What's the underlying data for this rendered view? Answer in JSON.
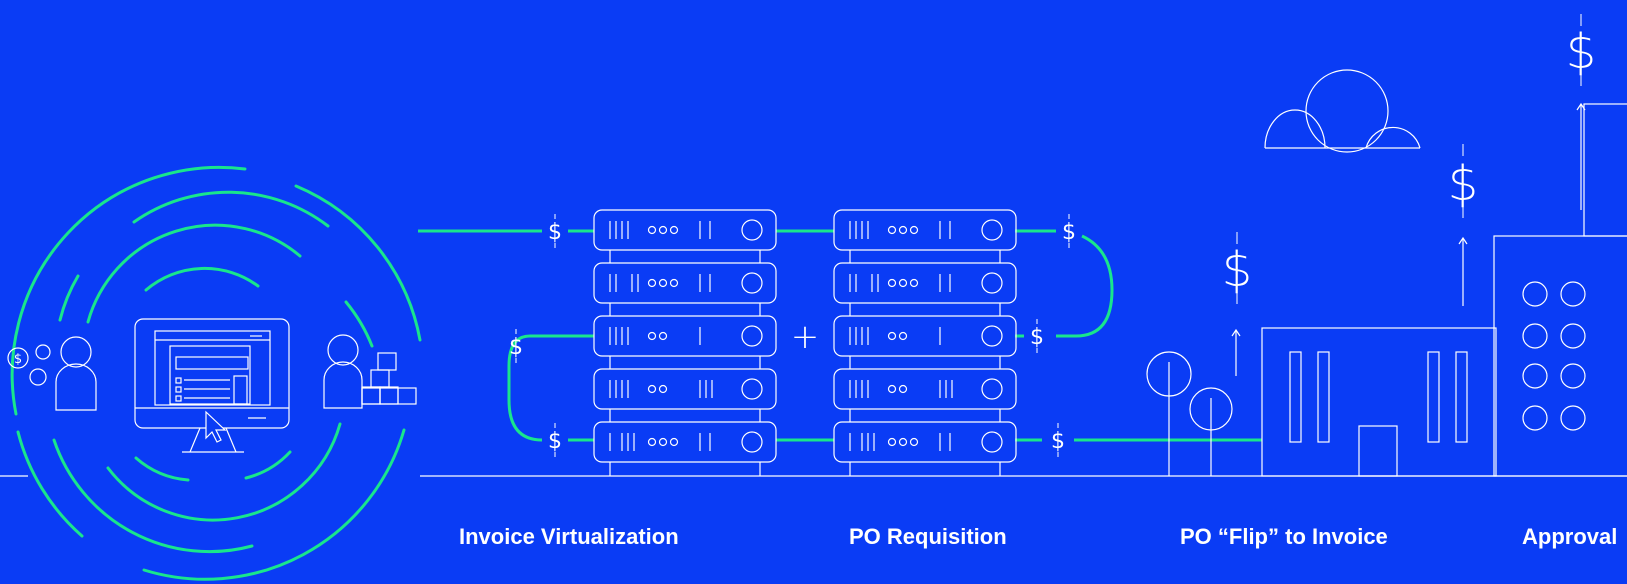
{
  "colors": {
    "background": "#0a3cf5",
    "line": "#ffffff",
    "accent": "#19e68c"
  },
  "captions": {
    "invoice_virtualization": "Invoice Virtualization",
    "po_requisition": "PO Requisition",
    "po_flip": "PO “Flip” to Invoice",
    "approval": "Approval"
  },
  "symbols": {
    "dollar": "$",
    "plus": "+"
  },
  "icons": [
    "person-coins-icon",
    "monitor-icon",
    "cursor-icon",
    "person-boxes-icon",
    "server-rack-icon",
    "cloud-icon",
    "tree-icon",
    "factory-icon",
    "building-icon",
    "up-arrow-icon"
  ]
}
